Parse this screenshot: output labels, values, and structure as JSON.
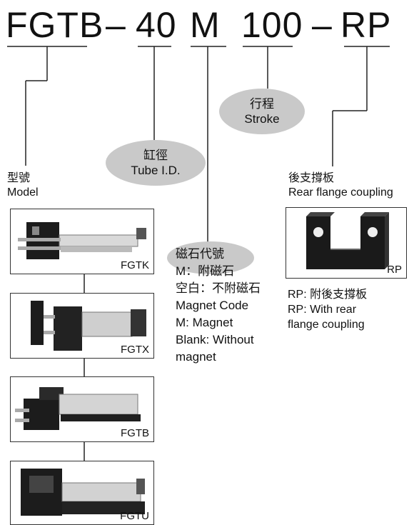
{
  "code": {
    "series": "FGTB",
    "dash1": "–",
    "bore": "40",
    "magnet": "M",
    "stroke": "100",
    "dash2": "–",
    "option": "RP"
  },
  "labels": {
    "model_zh": "型號",
    "model_en": "Model",
    "bore_zh": "缸徑",
    "bore_en": "Tube I.D.",
    "stroke_zh": "行程",
    "stroke_en": "Stroke",
    "magnet_lines": [
      "磁石代號",
      "M：附磁石",
      "空白：不附磁石",
      "Magnet Code",
      "M:  Magnet",
      "Blank: Without",
      "magnet"
    ],
    "rear_zh": "後支撐板",
    "rear_en": "Rear flange coupling",
    "rp_lines": [
      "RP: 附後支撐板",
      "RP: With rear",
      "flange  coupling"
    ]
  },
  "models": [
    {
      "tag": "FGTK"
    },
    {
      "tag": "FGTX"
    },
    {
      "tag": "FGTB"
    },
    {
      "tag": "FGTU"
    }
  ],
  "rp_tag": "RP",
  "colors": {
    "ellipse": "#c9c9c9",
    "line": "#222222"
  }
}
